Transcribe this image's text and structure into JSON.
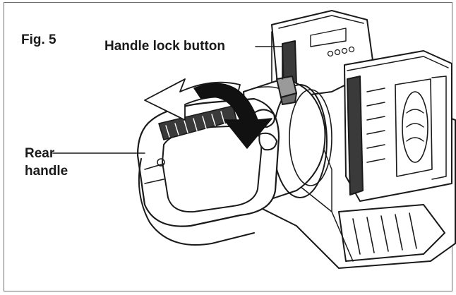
{
  "figure": {
    "label": "Fig. 5"
  },
  "callouts": {
    "handle_lock_button": "Handle lock button",
    "rear_handle_line1": "Rear",
    "rear_handle_line2": "handle"
  },
  "colors": {
    "ink": "#1a1a1a",
    "frame": "#6f6f6f",
    "gray_fill": "#9a9a9a",
    "dark_fill": "#3a3a3a",
    "background": "#ffffff"
  }
}
